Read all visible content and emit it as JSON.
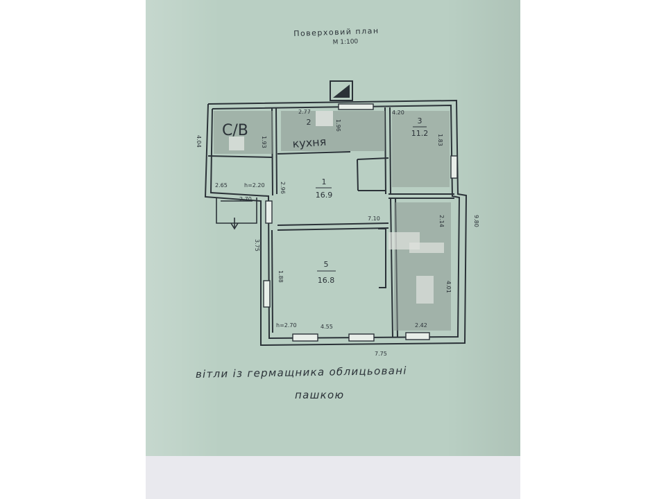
{
  "header": {
    "title": "Поверховий план",
    "scale": "М 1:100"
  },
  "rooms": [
    {
      "num": "1",
      "area": "16.9"
    },
    {
      "num": "2",
      "area": ""
    },
    {
      "num": "3",
      "area": "11.2"
    },
    {
      "num": "5",
      "area": "16.8"
    }
  ],
  "handwritten_labels": {
    "bathroom": "С/В",
    "kitchen": "кухня"
  },
  "dimensions": {
    "total_width": "7.75",
    "total_depth": "9.80",
    "side": "3.75",
    "ceiling_height": "h=2.70",
    "hall_width": "7.10",
    "misc": [
      "4.04",
      "2.65",
      "2.20",
      "2.70",
      "2.77",
      "1.96",
      "1.93",
      "4.20",
      "1.83",
      "2.96",
      "2.14",
      "4.01",
      "2.42",
      "4.55",
      "1.88",
      "h=2.20"
    ]
  },
  "note": {
    "line1": "вітли із гермащника облицьовані",
    "line2": "пашкою"
  },
  "colors": {
    "paper": "#b9cfc3",
    "ink": "#2b3238"
  }
}
